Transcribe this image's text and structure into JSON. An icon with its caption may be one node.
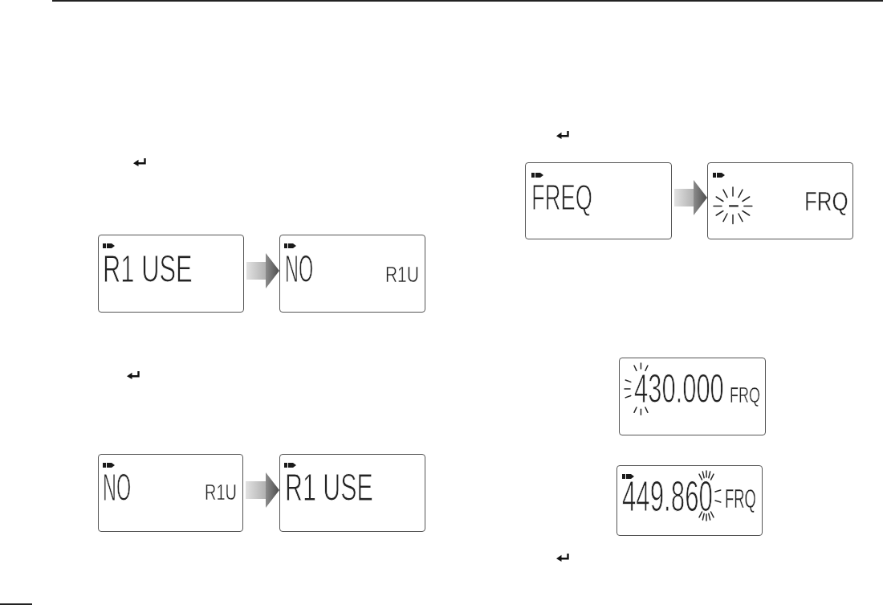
{
  "diagram": {
    "nodes": [
      {
        "text": [
          "R1 USE"
        ]
      },
      {
        "text": [
          "NO",
          "R1U"
        ]
      },
      {
        "text": [
          "NO",
          "R1U"
        ]
      },
      {
        "text": [
          "R1 USE"
        ]
      },
      {
        "text": [
          "FREQ"
        ]
      },
      {
        "text": [
          "-",
          "FRQ"
        ]
      },
      {
        "text": [
          "430.000",
          "FRQ"
        ]
      },
      {
        "text": [
          "449.860",
          "FRQ"
        ]
      }
    ],
    "edges": [
      {
        "from": 0,
        "to": 1,
        "arrow": "to"
      },
      {
        "from": 2,
        "to": 3,
        "arrow": "to"
      },
      {
        "from": 4,
        "to": 5,
        "arrow": "to"
      }
    ]
  }
}
